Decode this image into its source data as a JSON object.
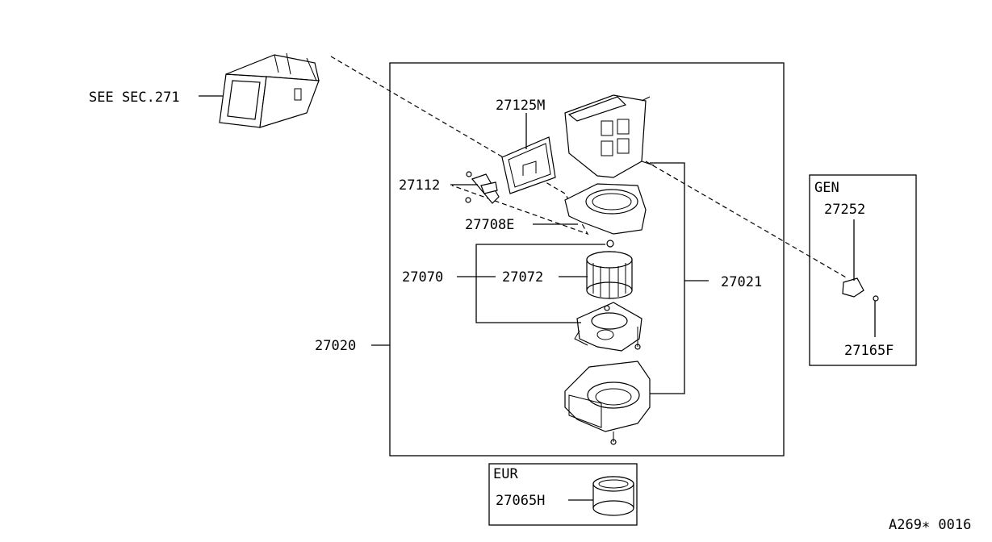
{
  "labels": {
    "see_sec": "SEE SEC.271",
    "p27125M": "27125M",
    "p27112": "27112",
    "p27708E": "27708E",
    "p27070": "27070",
    "p27072": "27072",
    "p27021": "27021",
    "p27020": "27020",
    "gen_title": "GEN",
    "p27252": "27252",
    "p27165F": "27165F",
    "eur_title": "EUR",
    "p27065H": "27065H",
    "drawing_code": "A269∗ 0016"
  }
}
